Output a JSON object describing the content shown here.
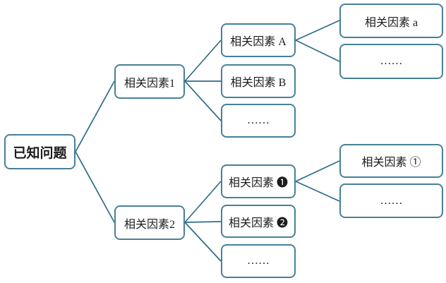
{
  "colors": {
    "node_border": "#47809a",
    "connector_line": "#2d6c8a",
    "text": "#1c1c1c",
    "background": "#ffffff"
  },
  "tree": {
    "root": {
      "label": "已知问题",
      "children": [
        {
          "label": "相关因素1",
          "children": [
            {
              "label": "相关因素 A",
              "children": [
                {
                  "label": "相关因素 a"
                },
                {
                  "label": "……"
                }
              ]
            },
            {
              "label": "相关因素 B"
            },
            {
              "label": "……"
            }
          ]
        },
        {
          "label": "相关因素2",
          "children": [
            {
              "label": "相关因素 ❶",
              "children": [
                {
                  "label": "相关因素 ①"
                },
                {
                  "label": "……"
                }
              ]
            },
            {
              "label": "相关因素 ❷"
            },
            {
              "label": "……"
            }
          ]
        }
      ]
    }
  }
}
